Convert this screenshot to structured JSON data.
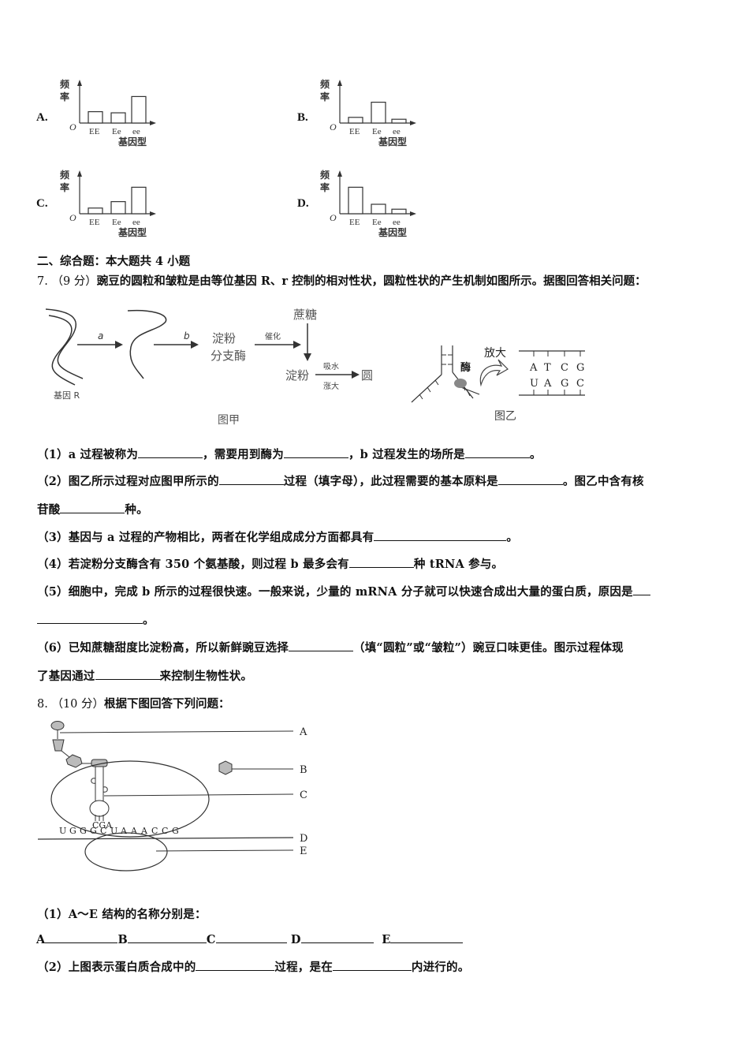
{
  "options": [
    {
      "label": "A.",
      "chart_index": 0
    },
    {
      "label": "B.",
      "chart_index": 1
    },
    {
      "label": "C.",
      "chart_index": 2
    },
    {
      "label": "D.",
      "chart_index": 3
    }
  ],
  "chart_axis": {
    "ylabel_top": "频",
    "ylabel_bottom": "率",
    "origin": "O",
    "xlabel": "基因型"
  },
  "chart_data": [
    {
      "type": "bar",
      "title": "A.",
      "categories": [
        "EE",
        "Ee",
        "ee"
      ],
      "values": [
        0.3,
        0.27,
        0.7
      ],
      "xlabel": "基因型",
      "ylabel": "频率",
      "grid": false
    },
    {
      "type": "bar",
      "title": "B.",
      "categories": [
        "EE",
        "Ee",
        "ee"
      ],
      "values": [
        0.15,
        0.55,
        0.1
      ],
      "xlabel": "基因型",
      "ylabel": "频率",
      "grid": false
    },
    {
      "type": "bar",
      "title": "C.",
      "categories": [
        "EE",
        "Ee",
        "ee"
      ],
      "values": [
        0.15,
        0.32,
        0.7
      ],
      "xlabel": "基因型",
      "ylabel": "频率",
      "grid": false
    },
    {
      "type": "bar",
      "title": "D.",
      "categories": [
        "EE",
        "Ee",
        "ee"
      ],
      "values": [
        0.7,
        0.25,
        0.12
      ],
      "xlabel": "基因型",
      "ylabel": "频率",
      "grid": false
    }
  ],
  "section2": {
    "title": "二、综合题：本大题共 4 小题"
  },
  "q7": {
    "number": "7.",
    "score": "（9 分）",
    "stem": "豌豆的圆粒和皱粒是由等位基因 R、r 控制的相对性状，圆粒性状的产生机制如图所示。据图回答相关问题：",
    "fig_jia": {
      "gene_label": "基因 R",
      "arrow_a": "a",
      "arrow_b": "b",
      "enzyme_line1": "淀粉",
      "enzyme_line2": "分支酶",
      "catalyze": "催化",
      "sucrose": "蔗糖",
      "starch": "淀粉",
      "absorb_water": "吸水",
      "swell": "涨大",
      "round": "圆",
      "caption": "图甲"
    },
    "fig_yi": {
      "enzyme": "酶",
      "magnify": "放大",
      "top_row": [
        "A",
        "T",
        "C",
        "G"
      ],
      "bottom_row": [
        "U",
        "A",
        "G",
        "C"
      ],
      "caption": "图乙"
    },
    "sub1": {
      "p1": "（1）a 过程被称为",
      "p2": "，需要用到酶为",
      "p3": "，b 过程发生的场所是",
      "p4": "。"
    },
    "sub2": {
      "p1": "（2）图乙所示过程对应图甲所示的",
      "p2": "过程（填字母），此过程需要的基本原料是",
      "p3": "。图乙中含有核",
      "p4": "苷酸",
      "p5": "种。"
    },
    "sub3": {
      "p1": "（3）基因与 a 过程的产物相比，两者在化学组成成分方面都具有",
      "p2": "。"
    },
    "sub4": {
      "p1": "（4）若淀粉分支酶含有 350 个氨基酸，则过程 b 最多会有",
      "p2": "种 tRNA 参与。"
    },
    "sub5": {
      "p1": "（5）细胞中，完成 b 所示的过程很快速。一般来说，少量的 mRNA 分子就可以快速合成出大量的蛋白质，原因是",
      "p2": "。"
    },
    "sub6": {
      "p1": "（6）已知蔗糖甜度比淀粉高，所以新鲜豌豆选择",
      "p2": "（填“圆粒”或“皱粒”）豌豆口味更佳。图示过程体现",
      "p3": "了基因通过",
      "p4": "来控制生物性状。"
    }
  },
  "q8": {
    "number": "8.",
    "score": "（10 分）",
    "stem": "根据下图回答下列问题：",
    "figure": {
      "labels": [
        "A",
        "B",
        "C",
        "D",
        "E"
      ],
      "anticodon": "CGA",
      "mrna": [
        "U",
        "G",
        "G",
        "G",
        "C",
        "U",
        "A",
        "A",
        "A",
        "C",
        "C",
        "G"
      ]
    },
    "sub1": {
      "p1": "（1）A～E 结构的名称分别是：",
      "a": "A",
      "b": "B",
      "c": "C",
      "d": "D",
      "e": "E"
    },
    "sub2": {
      "p1": "（2）上图表示蛋白质合成中的",
      "p2": "过程，是在",
      "p3": "内进行的。"
    }
  }
}
